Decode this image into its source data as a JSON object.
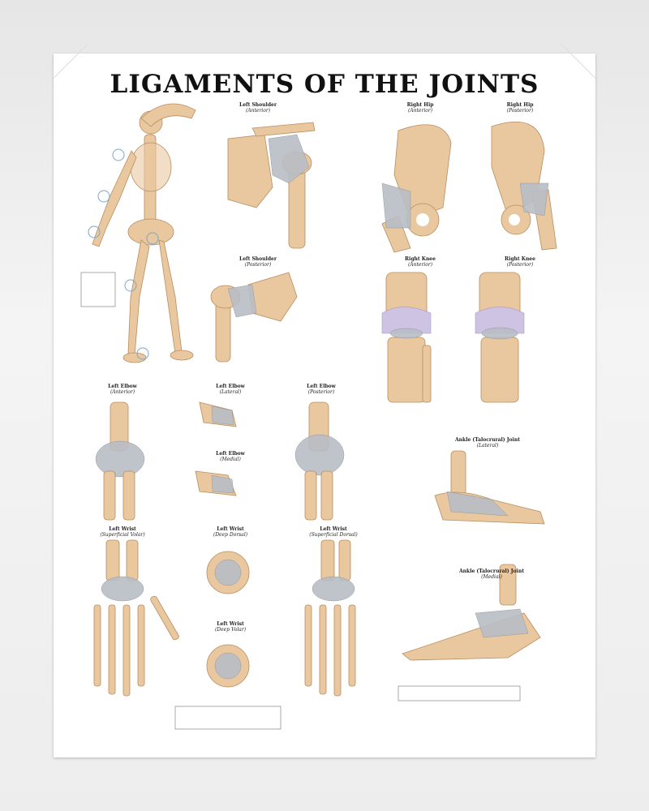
{
  "poster": {
    "title": "LIGAMENTS OF THE JOINTS",
    "panels": [
      {
        "title": "Left Shoulder",
        "view": "(Anterior)"
      },
      {
        "title": "Right Hip",
        "view": "(Anterior)"
      },
      {
        "title": "Right Hip",
        "view": "(Posterior)"
      },
      {
        "title": "Left Shoulder",
        "view": "(Posterior)"
      },
      {
        "title": "Right Knee",
        "view": "(Anterior)"
      },
      {
        "title": "Right Knee",
        "view": "(Posterior)"
      },
      {
        "title": "Left Elbow",
        "view": "(Anterior)"
      },
      {
        "title": "Left Elbow",
        "view": "(Lateral)"
      },
      {
        "title": "Left Elbow",
        "view": "(Medial)"
      },
      {
        "title": "Left Elbow",
        "view": "(Posterior)"
      },
      {
        "title": "Ankle (Talocrural) Joint",
        "view": "(Lateral)"
      },
      {
        "title": "Left Wrist",
        "view": "(Superficial Volar)"
      },
      {
        "title": "Left Wrist",
        "view": "(Deep Dorsal)"
      },
      {
        "title": "Left Wrist",
        "view": "(Deep Volar)"
      },
      {
        "title": "Left Wrist",
        "view": "(Superficial Dorsal)"
      },
      {
        "title": "Ankle (Talocrural) Joint",
        "view": "(Medial)"
      }
    ]
  }
}
